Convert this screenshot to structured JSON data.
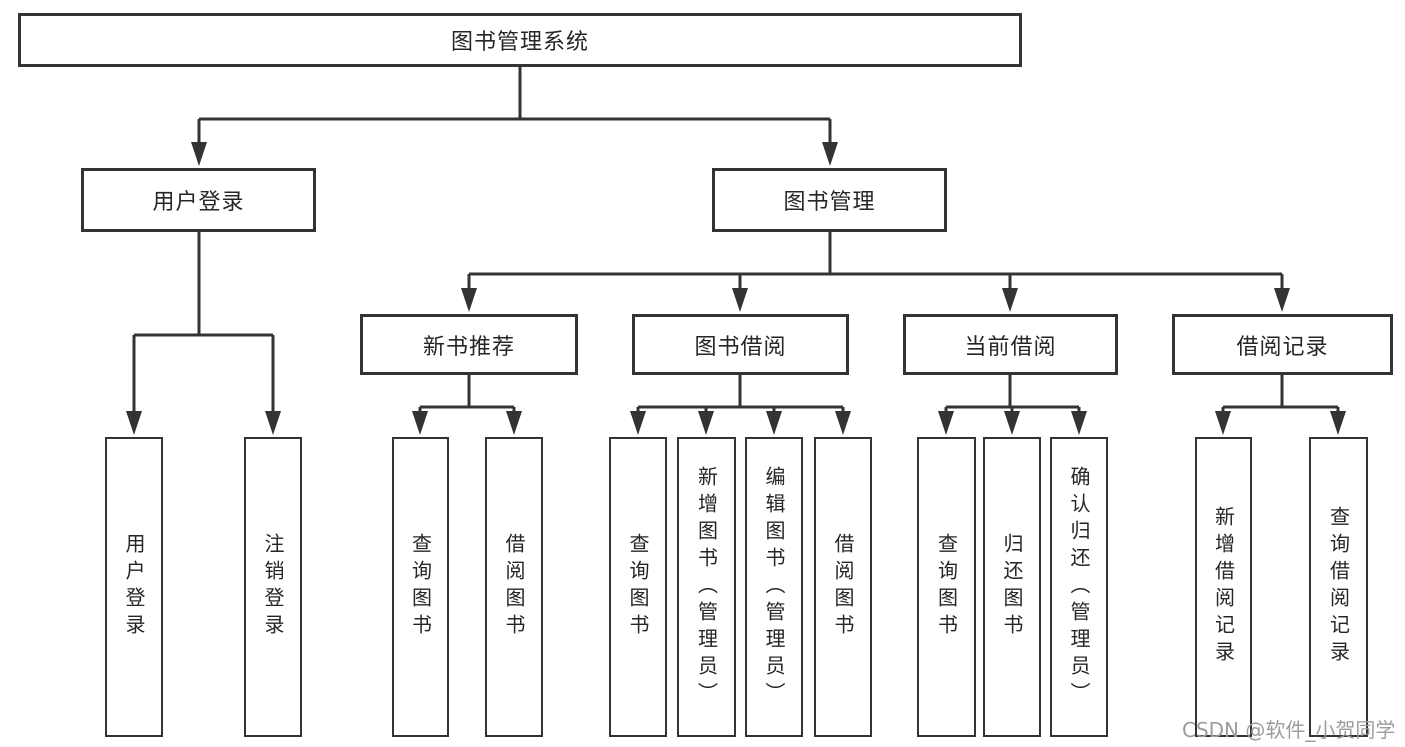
{
  "diagram": {
    "root": {
      "label": "图书管理系统"
    },
    "level2": [
      {
        "label": "用户登录"
      },
      {
        "label": "图书管理"
      }
    ],
    "level3": [
      {
        "label": "新书推荐"
      },
      {
        "label": "图书借阅"
      },
      {
        "label": "当前借阅"
      },
      {
        "label": "借阅记录"
      }
    ],
    "leaves": [
      {
        "label": "用户登录"
      },
      {
        "label": "注销登录"
      },
      {
        "label": "查询图书"
      },
      {
        "label": "借阅图书"
      },
      {
        "label": "查询图书"
      },
      {
        "label": "新增图书（管理员）"
      },
      {
        "label": "编辑图书（管理员）"
      },
      {
        "label": "借阅图书"
      },
      {
        "label": "查询图书"
      },
      {
        "label": "归还图书"
      },
      {
        "label": "确认归还（管理员）"
      },
      {
        "label": "新增借阅记录"
      },
      {
        "label": "查询借阅记录"
      }
    ]
  },
  "watermark": {
    "text": "CSDN @软件_小贺同学"
  },
  "colors": {
    "line": "#333333",
    "box_border": "#333333",
    "text": "#262626",
    "watermark_text": "#9c9c9c",
    "background": "#ffffff"
  }
}
